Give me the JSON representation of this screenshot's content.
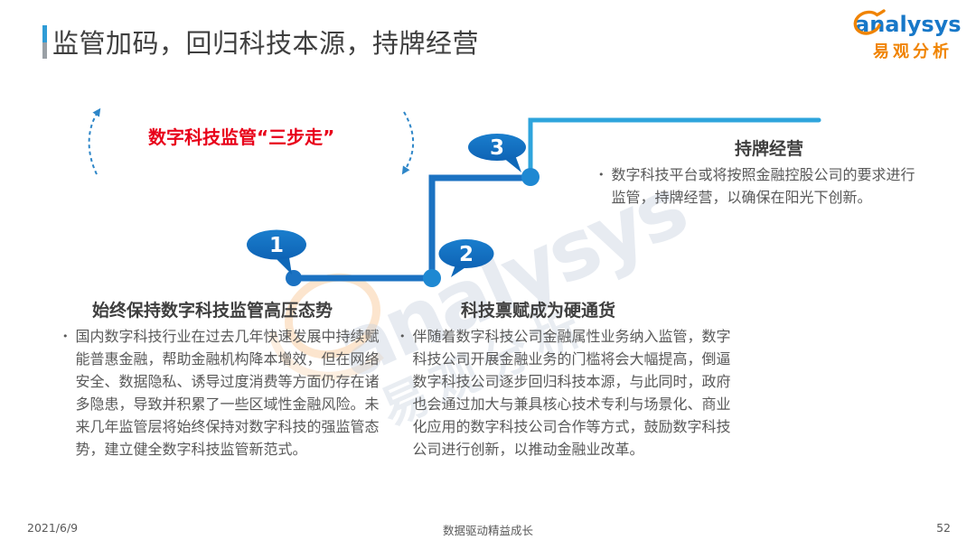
{
  "header": {
    "title": "监管加码，回归科技本源，持牌经营",
    "logo": {
      "brand": "analysys",
      "brand_cn": "易观分析"
    }
  },
  "diagram": {
    "caption": "数字科技监管“三步走”",
    "steps": [
      {
        "number": "1",
        "title": "始终保持数字科技监管高压态势",
        "body": "国内数字科技行业在过去几年快速发展中持续赋\n能普惠金融，帮助金融机构降本增效，但在网络\n安全、数据隐私、诱导过度消费等方面仍存在诸\n多隐患，导致并积累了一些区域性金融风险。未\n来几年监管层将始终保持对数字科技的强监管态\n势，建立健全数字科技监管新范式。"
      },
      {
        "number": "2",
        "title": "科技禀赋成为硬通货",
        "body": "伴随着数字科技公司金融属性业务纳入监管，数字\n科技公司开展金融业务的门槛将会大幅提高，倒逼\n数字科技公司逐步回归科技本源，与此同时，政府\n也会通过加大与兼具核心技术专利与场景化、商业\n化应用的数字科技公司合作等方式，鼓励数字科技\n公司进行创新，以推动金融业改革。"
      },
      {
        "number": "3",
        "title": "持牌经营",
        "body": "数字科技平台或将按照金融控股公司的要求进行\n监管，持牌经营，以确保在阳光下创新。"
      }
    ],
    "colors": {
      "line_dark": "#1b72c2",
      "line_light": "#2ea4dc",
      "bubble_fill": "#1173c8",
      "caption_red": "#e8001a",
      "brand_blue": "#1878c8",
      "brand_orange": "#f08300"
    }
  },
  "watermark": {
    "brand": "analysys",
    "brand_cn": "易观分析"
  },
  "footer": {
    "date": "2021/6/9",
    "center_text": "数据驱动精益成长",
    "page_number": "52"
  }
}
